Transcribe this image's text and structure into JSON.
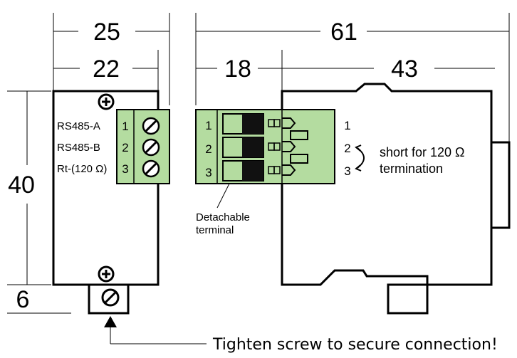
{
  "dimensions": {
    "d25": "25",
    "d22": "22",
    "d61": "61",
    "d18": "18",
    "d43": "43",
    "d40": "40",
    "d6": "6"
  },
  "left_terminal": {
    "labels": [
      "RS485-A",
      "RS485-B",
      "Rt-(120 Ω)"
    ],
    "numbers": [
      "1",
      "2",
      "3"
    ]
  },
  "side_terminal": {
    "numbers": [
      "1",
      "2",
      "3"
    ],
    "detachable_line1": "Detachable",
    "detachable_line2": "terminal"
  },
  "right_pins": [
    "1",
    "2",
    "3"
  ],
  "termination_note": {
    "line1": "short for 120 Ω",
    "line2": "termination"
  },
  "bottom_note": "Tighten screw to secure connection!",
  "colors": {
    "terminal_green": "#b4dca0",
    "line": "#000000"
  }
}
